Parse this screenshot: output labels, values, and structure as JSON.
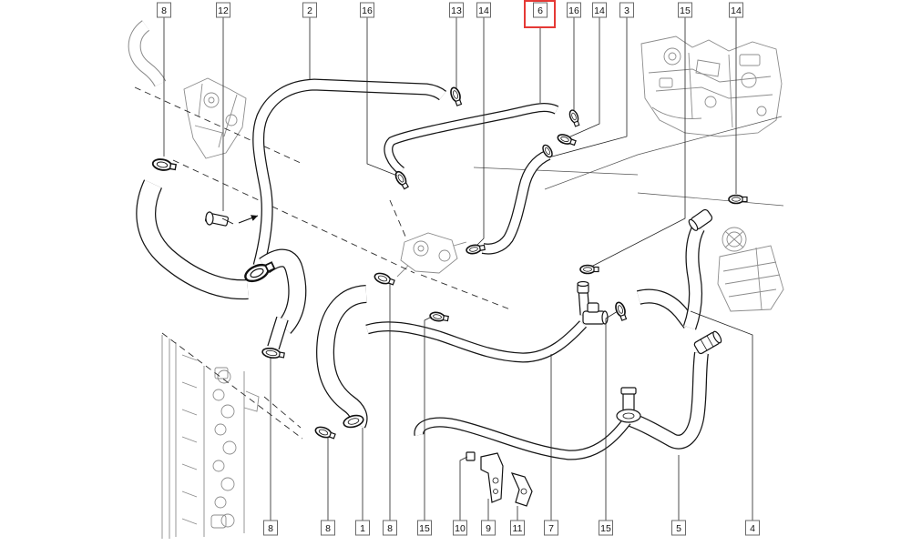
{
  "diagram": {
    "callouts_top": [
      {
        "label": "8"
      },
      {
        "label": "12"
      },
      {
        "label": "2"
      },
      {
        "label": "16"
      },
      {
        "label": "13"
      },
      {
        "label": "14"
      },
      {
        "label": "6",
        "selected": true
      },
      {
        "label": "16"
      },
      {
        "label": "14"
      },
      {
        "label": "3"
      },
      {
        "label": "15"
      },
      {
        "label": "14"
      }
    ],
    "callouts_bottom": [
      {
        "label": "8"
      },
      {
        "label": "8"
      },
      {
        "label": "1"
      },
      {
        "label": "8"
      },
      {
        "label": "15"
      },
      {
        "label": "10"
      },
      {
        "label": "9"
      },
      {
        "label": "11"
      },
      {
        "label": "7"
      },
      {
        "label": "15"
      },
      {
        "label": "5"
      },
      {
        "label": "4"
      }
    ]
  },
  "colors": {
    "selection": "#e53935",
    "line_art": "#161616",
    "background_sketch": "#8c8c8c"
  }
}
